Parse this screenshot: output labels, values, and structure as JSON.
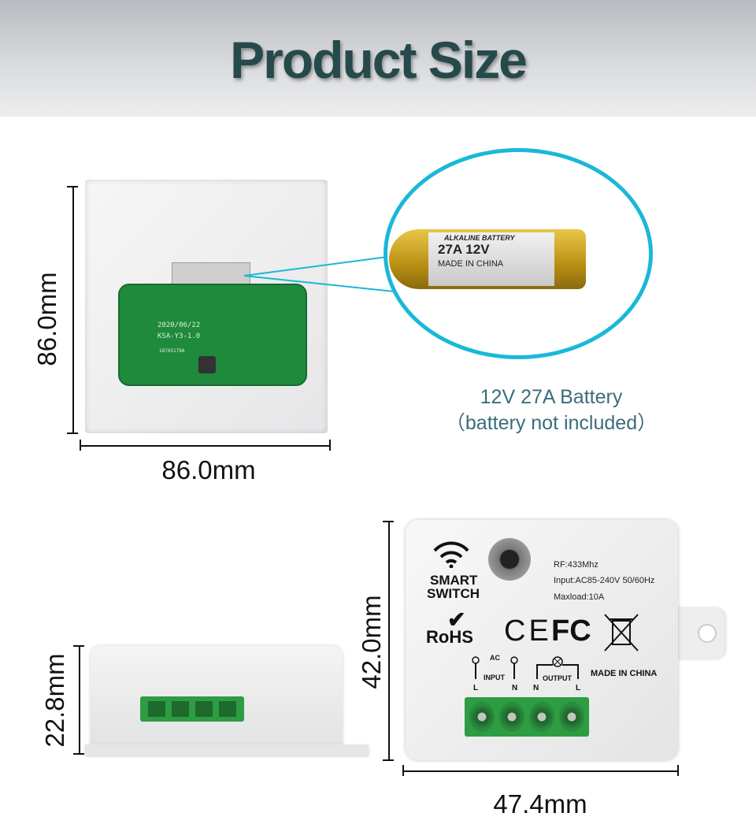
{
  "title": "Product Size",
  "remote": {
    "width": "86.0mm",
    "height": "86.0mm",
    "pcb_date": "2020/06/22",
    "pcb_model": "KSA-Y3-1.0",
    "pcb_code": "187AS178A"
  },
  "battery": {
    "brand_line": "ALKALINE BATTERY",
    "type": "27A 12V",
    "origin": "MADE IN CHINA",
    "caption_line1": "12V 27A Battery",
    "caption_line2": "（battery not included）",
    "accent_color": "#19b8d8"
  },
  "side_view": {
    "height": "22.8mm"
  },
  "front_view": {
    "height": "42.0mm",
    "width": "47.4mm",
    "smart": "SMART",
    "switch": "SWITCH",
    "rf": "RF:433Mhz",
    "input": "Input:AC85-240V 50/60Hz",
    "maxload": "Maxload:10A",
    "rohs": "RoHS",
    "ce": "CE",
    "fc": "FC",
    "ac": "AC",
    "input_label": "INPUT",
    "output_label": "OUTPUT",
    "made_in": "MADE IN CHINA",
    "l1": "L",
    "n1": "N",
    "n2": "N",
    "l2": "L"
  }
}
